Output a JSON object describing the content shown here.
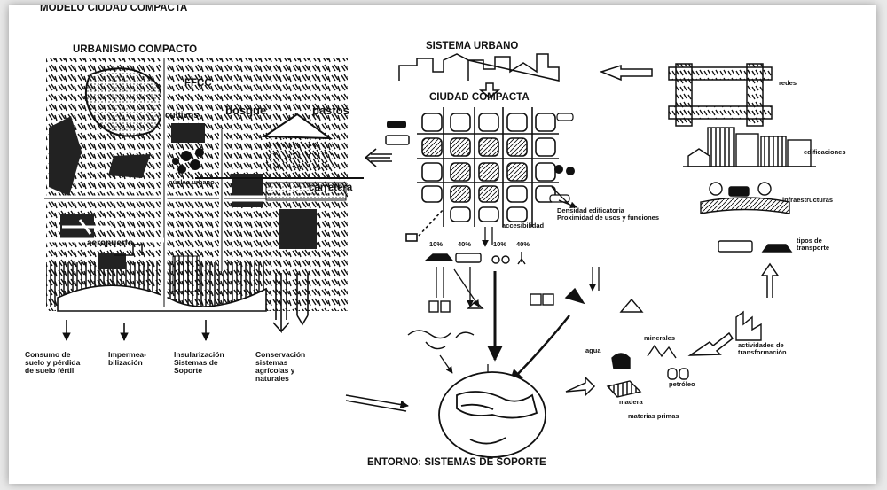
{
  "title": "MODELO CIUDAD COMPACTA",
  "left_panel": {
    "heading": "URBANISMO COMPACTO",
    "labels": {
      "ffcc": "FFCC",
      "cultivos": "cultivos",
      "bosque": "bosque",
      "pastos": "pastos",
      "nucleo": "núcleo urbano",
      "carretera": "carretera",
      "aeropuerto": "aeropuerto"
    },
    "consequences": [
      "Consumo de\nsuelo y pérdida\nde suelo fértil",
      "Impermea-\nbilización",
      "Insularización\nSistemas de\nSoporte",
      "Conservación\nsistemas\nagrícolas y\nnaturales"
    ]
  },
  "center_panel": {
    "sistema_urbano": "SISTEMA URBANO",
    "ciudad_compacta": "CIUDAD  COMPACTA",
    "accesibilidad": "accesibilidad",
    "densidad": "Densidad edificatoria\nProximidad de usos y funciones",
    "modal_split": [
      "10%",
      "40%",
      "10%",
      "40%"
    ],
    "entorno": "ENTORNO: SISTEMAS DE SOPORTE"
  },
  "right_panel": {
    "redes": "redes",
    "edificaciones": "edificaciones",
    "infraestructuras": "infraestructuras",
    "tipos_transporte": "tipos de\ntransporte",
    "actividades": "actividades de\ntransformación",
    "minerales": "minerales",
    "agua": "agua",
    "petroleo": "petróleo",
    "madera": "madera",
    "materias_primas": "materias primas"
  }
}
